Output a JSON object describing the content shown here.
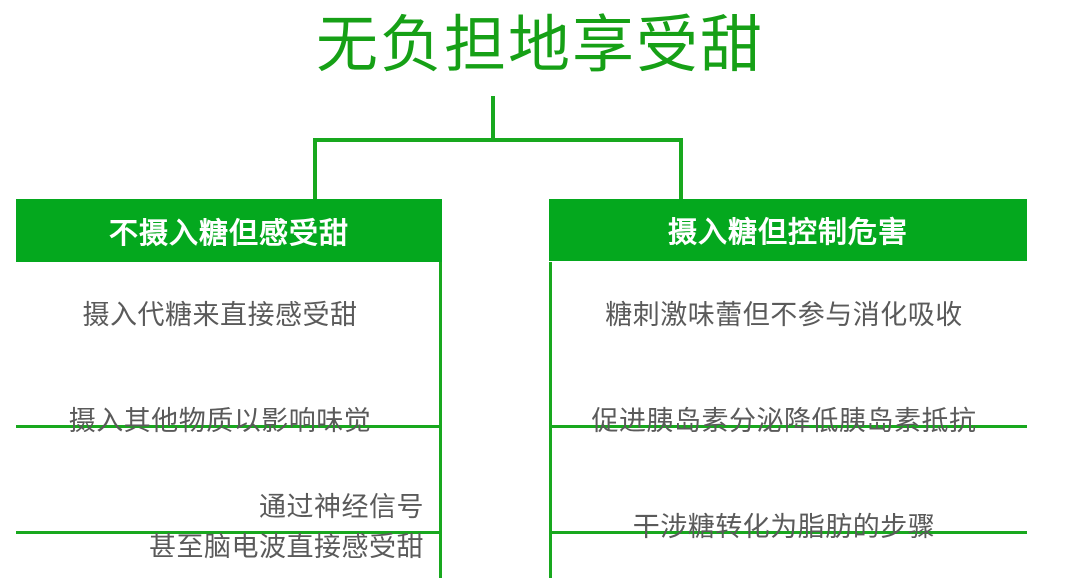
{
  "title": "无负担地享受甜",
  "colors": {
    "title_green": "#16a016",
    "header_green": "#04a81e",
    "line_green": "#18a81e",
    "body_gray": "#5a5a5a",
    "header_text": "#ffffff",
    "background": "#ffffff"
  },
  "columns": [
    {
      "header": "不摄入糖但感受甜",
      "items": [
        {
          "lines": [
            "摄入代糖来直接感受甜"
          ],
          "align": "center"
        },
        {
          "lines": [
            "摄入其他物质以影响味觉"
          ],
          "align": "center"
        },
        {
          "lines": [
            "通过神经信号",
            "甚至脑电波直接感受甜"
          ],
          "align": "right"
        }
      ]
    },
    {
      "header": "摄入糖但控制危害",
      "items": [
        {
          "lines": [
            "糖刺激味蕾但不参与消化吸收"
          ],
          "align": "center"
        },
        {
          "lines": [
            "促进胰岛素分泌降低胰岛素抵抗"
          ],
          "align": "center"
        },
        {
          "lines": [
            "干涉糖转化为脂肪的步骤"
          ],
          "align": "center"
        }
      ]
    }
  ]
}
